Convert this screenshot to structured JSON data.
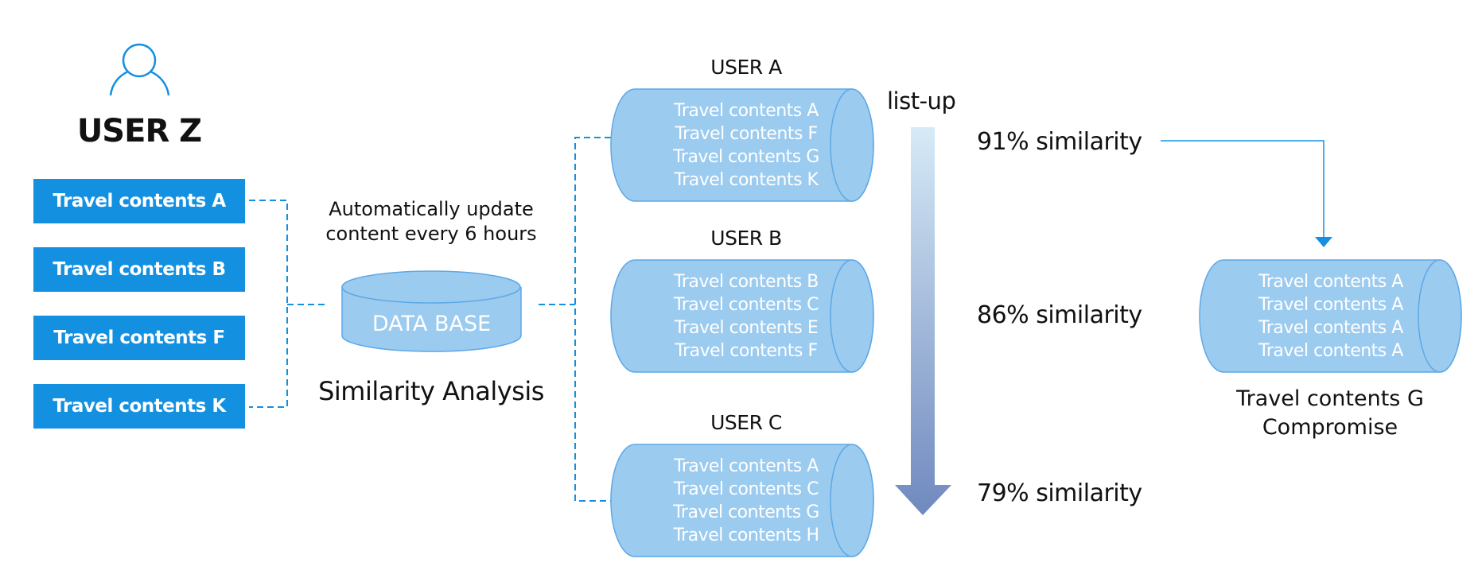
{
  "colors": {
    "accent": "#1490E0",
    "cylinder_fill": "#9CCBF0",
    "cylinder_stroke": "#5DA8E6",
    "dashed_line": "#1490E0",
    "arrow_top": "#D6EAF6",
    "arrow_bottom": "#7089BF"
  },
  "user_z": {
    "icon": "user-icon",
    "title": "USER Z",
    "contents": [
      "Travel contents A",
      "Travel contents B",
      "Travel contents F",
      "Travel contents K"
    ]
  },
  "database": {
    "update_note_line1": "Automatically update",
    "update_note_line2": "content every 6 hours",
    "label": "DATA BASE",
    "caption": "Similarity Analysis"
  },
  "users": [
    {
      "name": "USER A",
      "contents": [
        "Travel contents A",
        "Travel contents F",
        "Travel contents G",
        "Travel contents K"
      ],
      "similarity": "91% similarity"
    },
    {
      "name": "USER B",
      "contents": [
        "Travel contents B",
        "Travel contents C",
        "Travel contents E",
        "Travel contents F"
      ],
      "similarity": "86% similarity"
    },
    {
      "name": "USER C",
      "contents": [
        "Travel contents A",
        "Travel contents C",
        "Travel contents G",
        "Travel contents H"
      ],
      "similarity": "79% similarity"
    }
  ],
  "list_up": {
    "label": "list-up"
  },
  "result": {
    "contents": [
      "Travel contents A",
      "Travel contents A",
      "Travel contents A",
      "Travel contents A"
    ],
    "caption_line1": "Travel contents G",
    "caption_line2": "Compromise"
  }
}
